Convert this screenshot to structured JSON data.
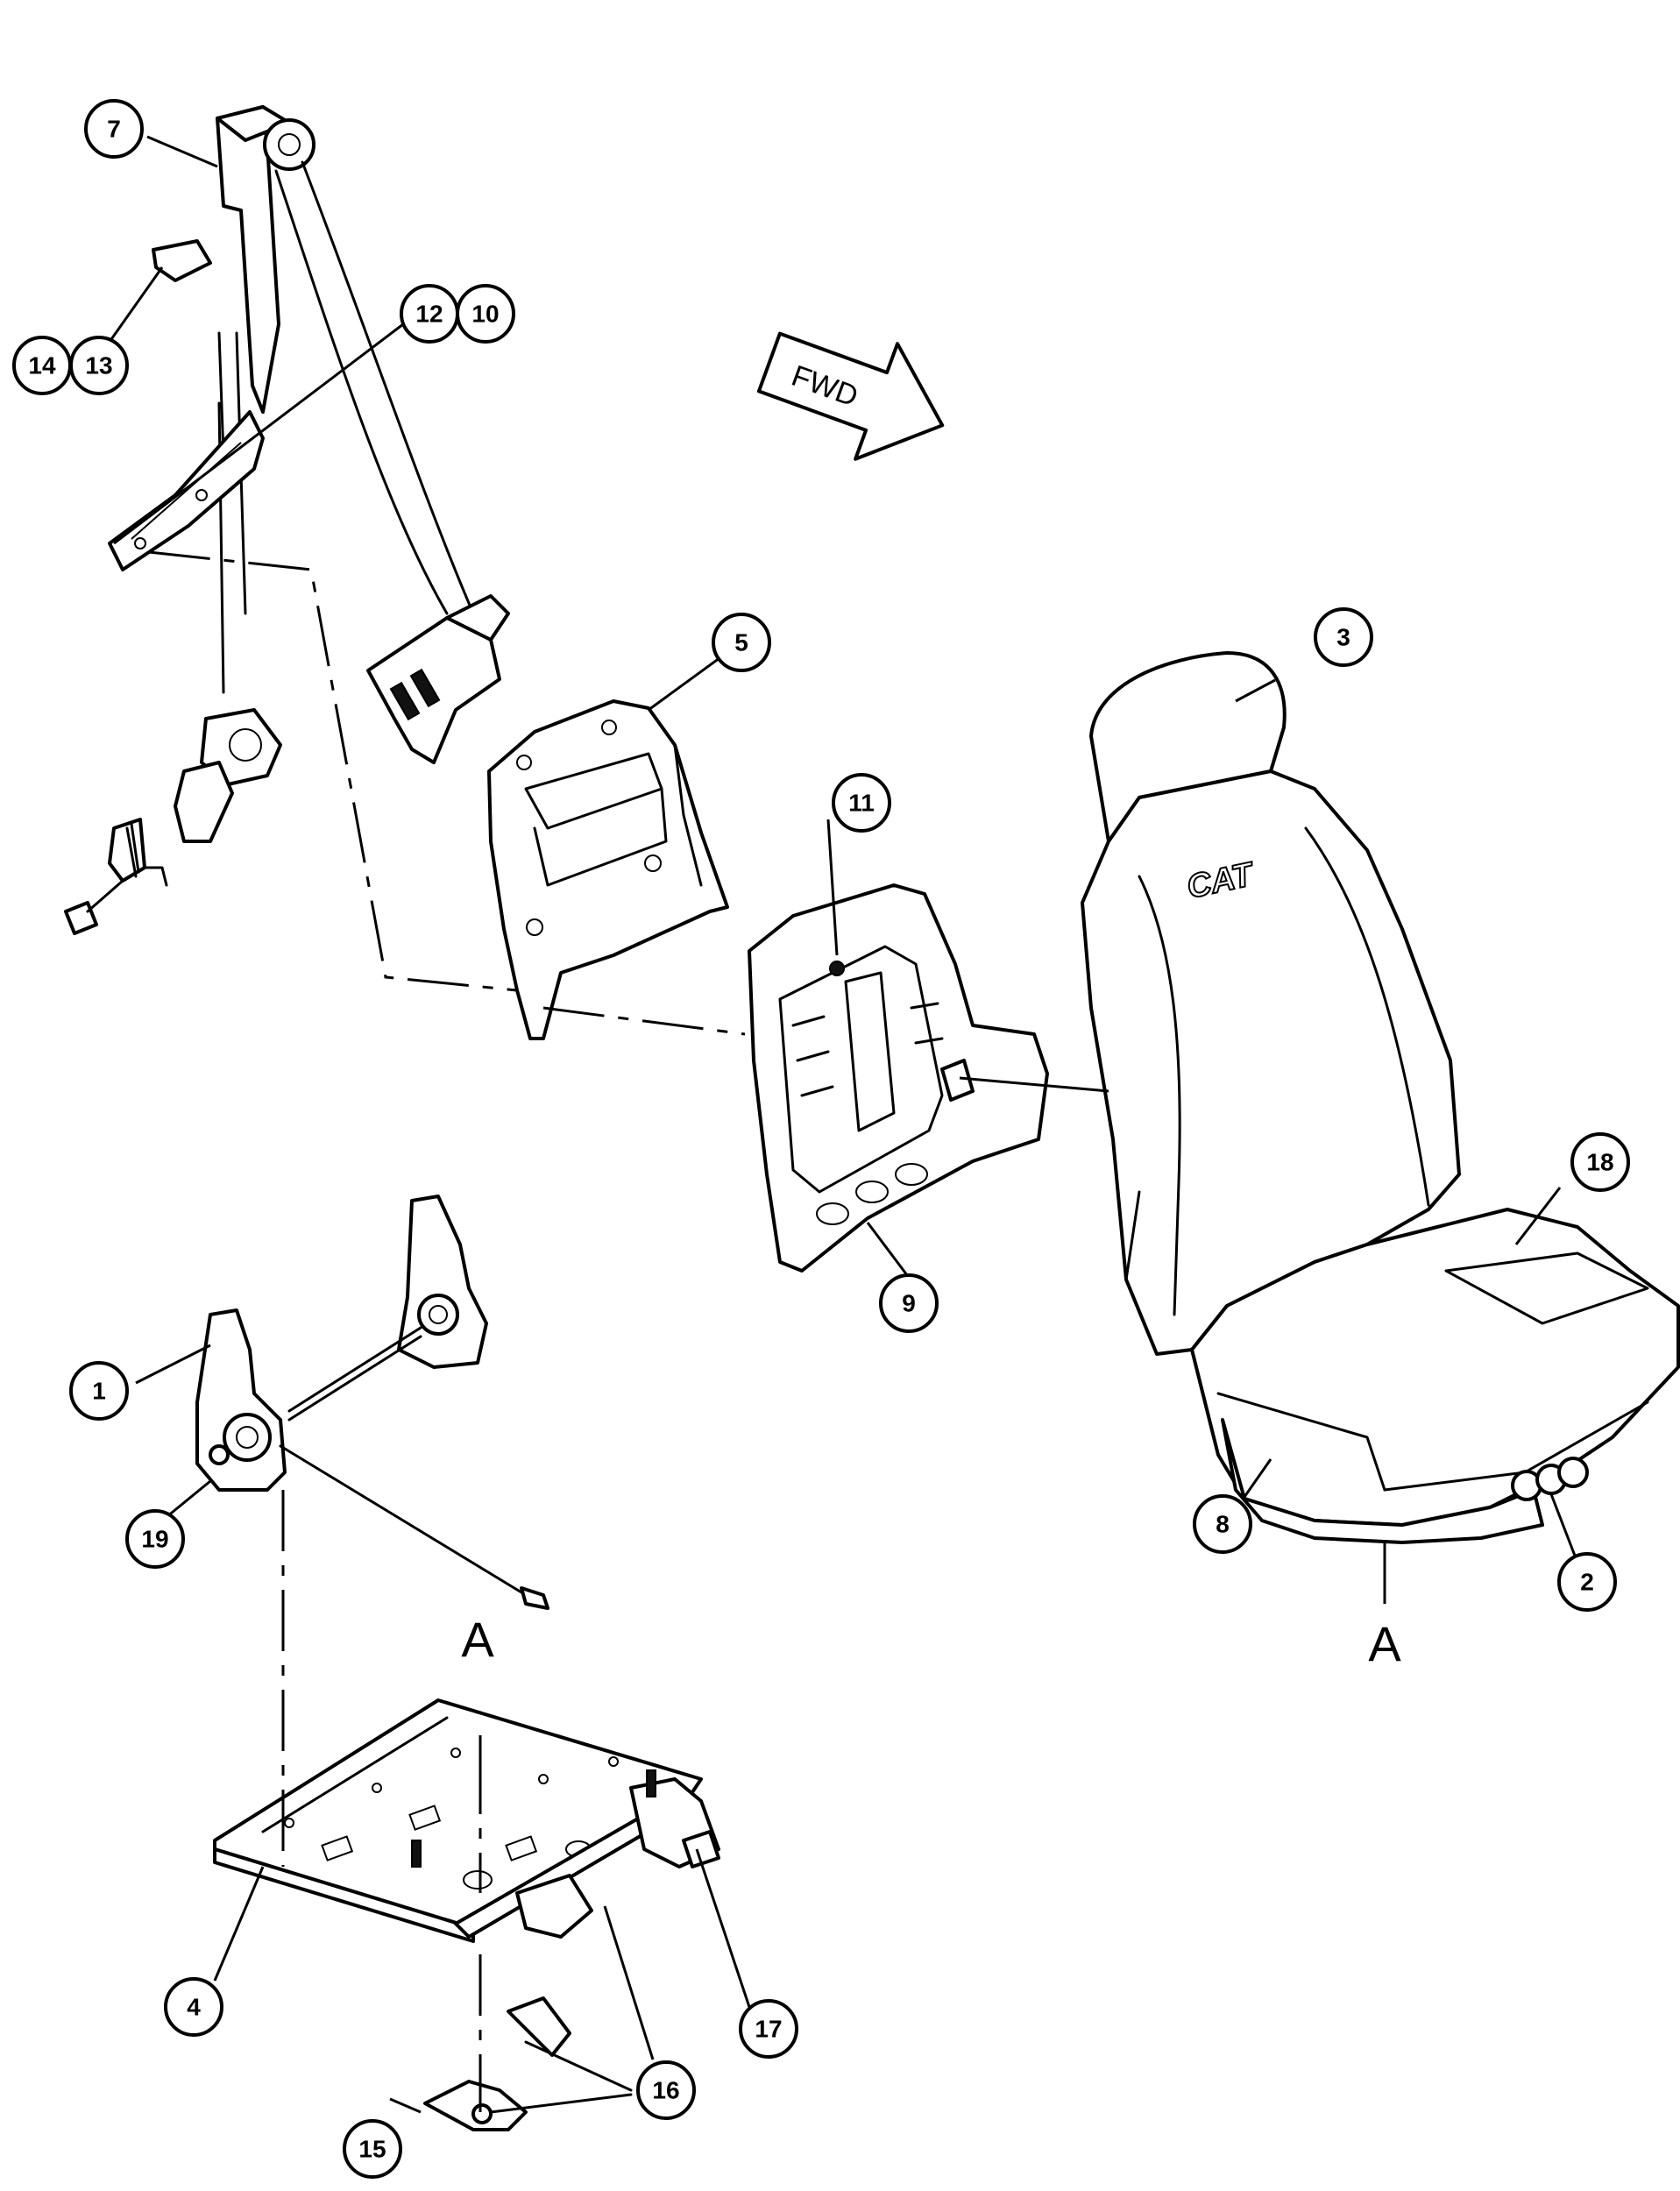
{
  "callouts": {
    "c1": "1",
    "c2": "2",
    "c3": "3",
    "c4": "4",
    "c5": "5",
    "c7": "7",
    "c8": "8",
    "c9": "9",
    "c10": "10",
    "c11": "11",
    "c12": "12",
    "c13": "13",
    "c14": "14",
    "c15": "15",
    "c16": "16",
    "c17": "17",
    "c18": "18",
    "c19": "19"
  },
  "reference_marks": {
    "a_left": "A",
    "a_right": "A"
  },
  "direction_arrow": {
    "label": "FWD"
  },
  "logo_text": "CAT"
}
